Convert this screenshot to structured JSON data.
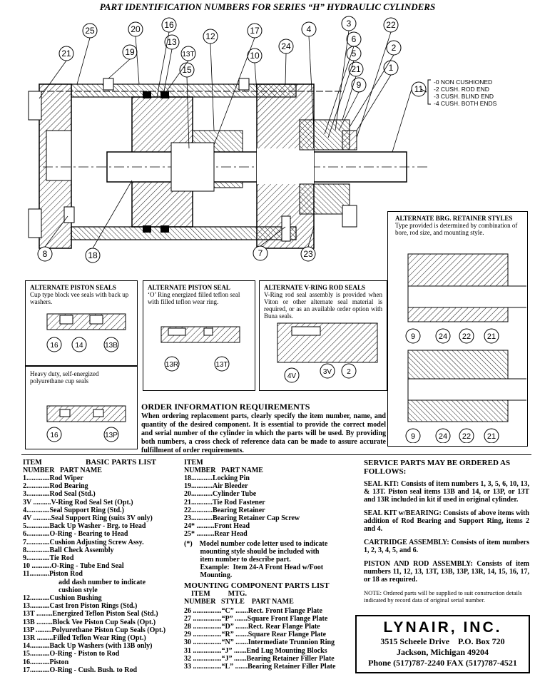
{
  "title": "PART IDENTIFICATION NUMBERS FOR SERIES “H” HYDRAULIC CYLINDERS",
  "callouts": [
    "25",
    "20",
    "16",
    "13",
    "13T",
    "12",
    "17",
    "4",
    "3",
    "22",
    "21",
    "19",
    "15",
    "24",
    "10",
    "6",
    "5",
    "2",
    "21",
    "9",
    "1",
    "11",
    "8",
    "18",
    "7",
    "23"
  ],
  "cushion_codes": [
    "-0 NON CUSHIONED",
    "-2 CUSH. ROD END",
    "-3 CUSH. BLIND END",
    "-4 CUSH. BOTH ENDS"
  ],
  "alt_brg": {
    "title": "ALTERNATE BRG. RETAINER STYLES",
    "desc": "Type provided is determined by combination of bore, rod size, and mounting style.",
    "labels_top": [
      "9",
      "24",
      "22",
      "21"
    ],
    "labels_bottom": [
      "9",
      "24",
      "22",
      "21"
    ]
  },
  "alt_piston1": {
    "title": "ALTERNATE PISTON SEALS",
    "desc": "Cup type block vee seals with back up washers.",
    "labels": [
      "16",
      "14",
      "13B"
    ]
  },
  "alt_piston2": {
    "title": "ALTERNATE PISTON SEAL",
    "desc": "‘O’ Ring energized filled teflon seal with filled teflon wear ring.",
    "labels": [
      "13R",
      "13T"
    ]
  },
  "alt_vring": {
    "title": "ALTERNATE V-RING ROD SEALS",
    "desc": "V-Ring rod seal assembly is provided when Viton or other alternate seal material is required, or as an available order option with Buna seals.",
    "labels": [
      "4V",
      "3V",
      "2"
    ]
  },
  "heavy_duty": {
    "desc": "Heavy duty, self-energized polyurethane cup seals",
    "labels": [
      "16",
      "13P"
    ]
  },
  "order_info": {
    "title": "ORDER INFORMATION REQUIREMENTS",
    "text": "When ordering replacement parts, clearly specify the item number, name, and quantity of the desired component. It is essential to provide the correct model and serial number of the cylinder in which the parts will be used. By providing both numbers, a cross check of reference data can be made to assure accurate fulfillment of order requirements."
  },
  "basic_parts": {
    "h1": "ITEM",
    "h1b": "BASIC PARTS LIST",
    "h2": "NUMBER   PART NAME",
    "rows": [
      "1.............Rod Wiper",
      "2.............Rod Bearing",
      "3.............Rod Seal (Std.)",
      "3V ..........V-Ring Rod Seal Set (Opt.)",
      "4.............Seal Support Ring (Std.)",
      "4V ..........Seal Support Ring (suits 3V only)",
      "5.............Back Up Washer - Brg. to Head",
      "6.............O-Ring - Bearing to Head",
      "7.............Cushion Adjusting Screw Assy.",
      "8.............Ball Check Assembly",
      "9.............Tie Rod",
      "10 ...........O-Ring - Tube End Seal",
      "11...........Piston Rod",
      "                    add dash number to indicate",
      "                    cushion style",
      "12...........Cushion Bushing",
      "13...........Cast Iron Piston Rings (Std.)",
      "13T .........Energized Teflon Piston Seal (Std.)",
      "13B .........Block Vee Piston Cup Seals (Opt.)",
      "13P .........Polyurethane Piston Cup Seals (Opt.)",
      "13R .........Filled Teflon Wear Ring (Opt.)",
      "14...........Back Up Washers (with 13B only)",
      "15...........O-Ring - Piston to Rod",
      "16...........Piston",
      "17...........O-Ring - Cush. Bush. to Rod"
    ]
  },
  "parts2": {
    "h1": "ITEM",
    "h2": "NUMBER   PART NAME",
    "rows": [
      "18............Locking Pin",
      "19............Air Bleeder",
      "20............Cylinder Tube",
      "21............Tie Rod Fastener",
      "22............Bearing Retainer",
      "23............Bearing Retainer Cap Screw",
      "24* ..........Front Head",
      "25* ..........Rear Head"
    ],
    "note": "(*)    Model number code letter used to indicate\n         mounting style should be included with\n         item number to describe part.\n         Example:  Item 24-A Front Head w/Foot\n         Mounting."
  },
  "mounting": {
    "title": "MOUNTING COMPONENT PARTS LIST",
    "h1": "    ITEM          MTG.",
    "h2": "NUMBER   STYLE    PART NAME",
    "rows": [
      "26 ................“C” .......Rect. Front Flange Plate",
      "27 ................“P” .......Square Front Flange Plate",
      "28 ................“D” .......Rect. Rear Flange Plate",
      "29 ................“R” .......Square Rear Flange Plate",
      "30 ................“N” .......Intermediate Trunnion Ring",
      "31 ................“J” .......End Lug Mounting Blocks",
      "32 ................“J” .......Bearing Retainer Filler Plate",
      "33 ................“L” .......Bearing Retainer Filler Plate"
    ]
  },
  "service": {
    "header": "SERVICE PARTS MAY BE ORDERED AS FOLLOWS:",
    "items": [
      {
        "label": "SEAL KIT:",
        "text": "Consists of item numbers 1, 3, 5, 6, 10, 13, & 13T. Piston seal items 13B and 14, or 13P, or 13T and 13R included in kit if used in original cylinder."
      },
      {
        "label": "SEAL KIT w/BEARING:",
        "text": "Consists of above items with addition of Rod Bearing and Support Ring, items 2 and 4."
      },
      {
        "label": "CARTRIDGE ASSEMBLY:",
        "text": "Consists of item numbers 1, 2, 3, 4, 5, and 6."
      },
      {
        "label": "PISTON AND ROD ASSEMBLY:",
        "text": "Consists of item numbers 11, 12, 13, 13T, 13B, 13P, 13R, 14, 15, 16, 17, or 18 as required."
      }
    ],
    "note": "NOTE: Ordered parts will be supplied to suit construction details indicated by record data of original serial number."
  },
  "company": {
    "name": "LYNAIR, INC.",
    "street": "3515 Scheele Drive    P.O. Box 720",
    "city": "Jackson, Michigan  49204",
    "phone": "Phone (517)787-2240 FAX (517)787-4521"
  }
}
